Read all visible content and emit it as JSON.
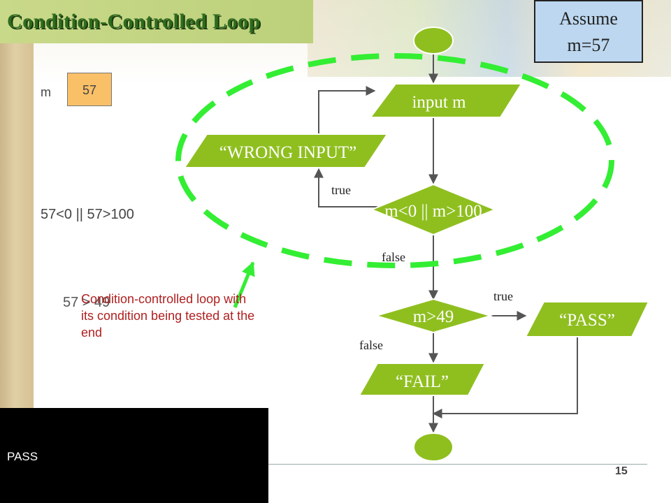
{
  "slide": {
    "title": "Condition-Controlled  Loop",
    "assume_line1": "Assume",
    "assume_line2": "m=57",
    "page_number": "15"
  },
  "variable": {
    "name": "m",
    "value": "57"
  },
  "overlay_text": {
    "condition_ghost": "57<0 || 57>100",
    "comparison_ghost": "57 > 49"
  },
  "flowchart": {
    "input_label": "input m",
    "wrong_label": "“WRONG INPUT”",
    "condition_label": "m<0 || m>100",
    "check_label": "m>49",
    "pass_label": "“PASS”",
    "fail_label": "“FAIL”",
    "true_label_1": "true",
    "false_label_1": "false",
    "true_label_2": "true",
    "false_label_2": "false"
  },
  "annotation": {
    "text": "Condition-controlled loop with its condition being tested at the end"
  },
  "console": {
    "output": "PASS"
  },
  "colors": {
    "shape_fill": "#8fbf1f",
    "loop_ellipse": "#33ee33",
    "annotation": "#b02020"
  }
}
